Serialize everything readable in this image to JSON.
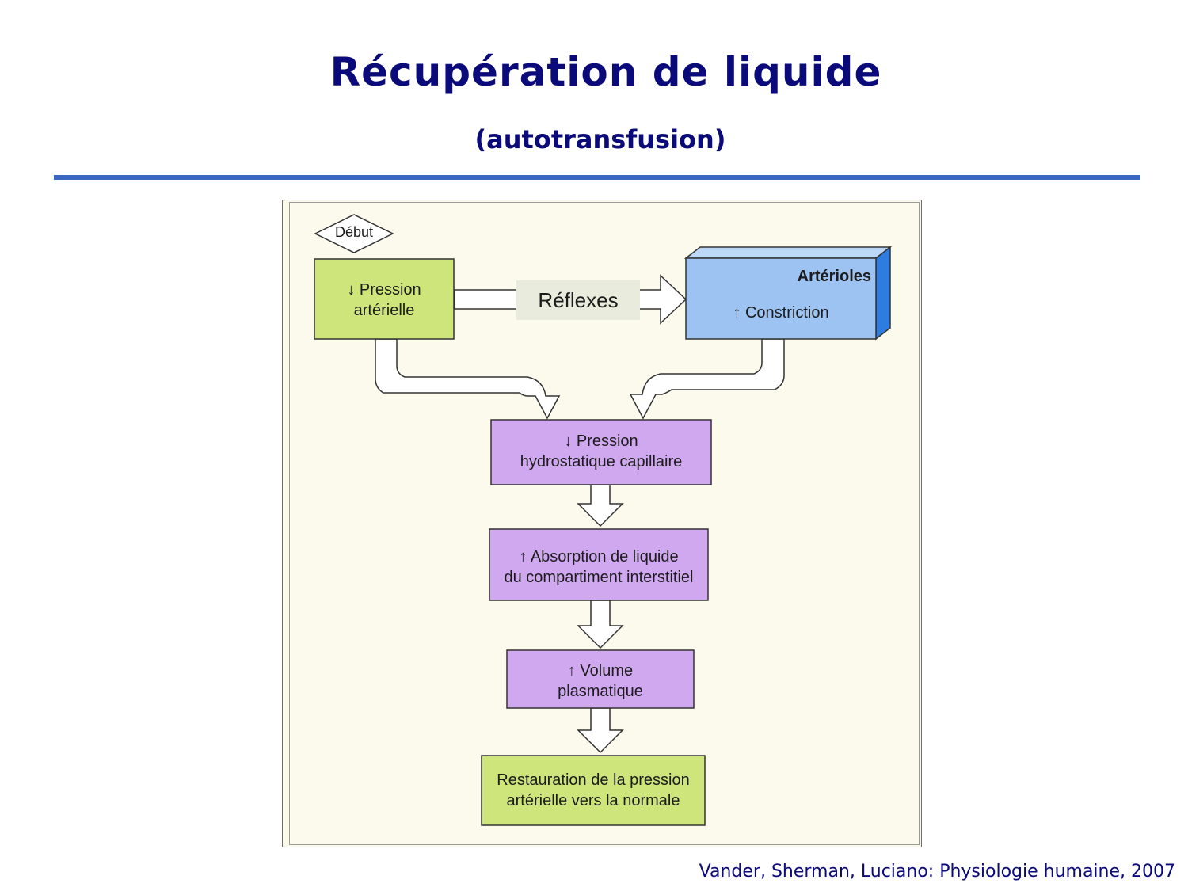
{
  "title": "Récupération de liquide",
  "subtitle": "(autotransfusion)",
  "colors": {
    "title": "#0a0a7a",
    "rule": "#3b66c6",
    "green_box": "#cde57a",
    "purple_box": "#cfa8ef",
    "blue_box": "#9cc3f2"
  },
  "diagram": {
    "start": "Début",
    "reflexes": "Réflexes",
    "box_pression": "↓ Pression\nartérielle",
    "box_arterioles_title": "Artérioles",
    "box_arterioles_text": "↑ Constriction",
    "box_hydrostatique": "↓ Pression\nhydrostatique capillaire",
    "box_absorption": "↑ Absorption de liquide\ndu compartiment interstitiel",
    "box_volume": "↑ Volume\nplasmatique",
    "box_restauration": "Restauration de la pression\nartérielle vers la normale"
  },
  "citation": "Vander, Sherman, Luciano: Physiologie humaine, 2007"
}
